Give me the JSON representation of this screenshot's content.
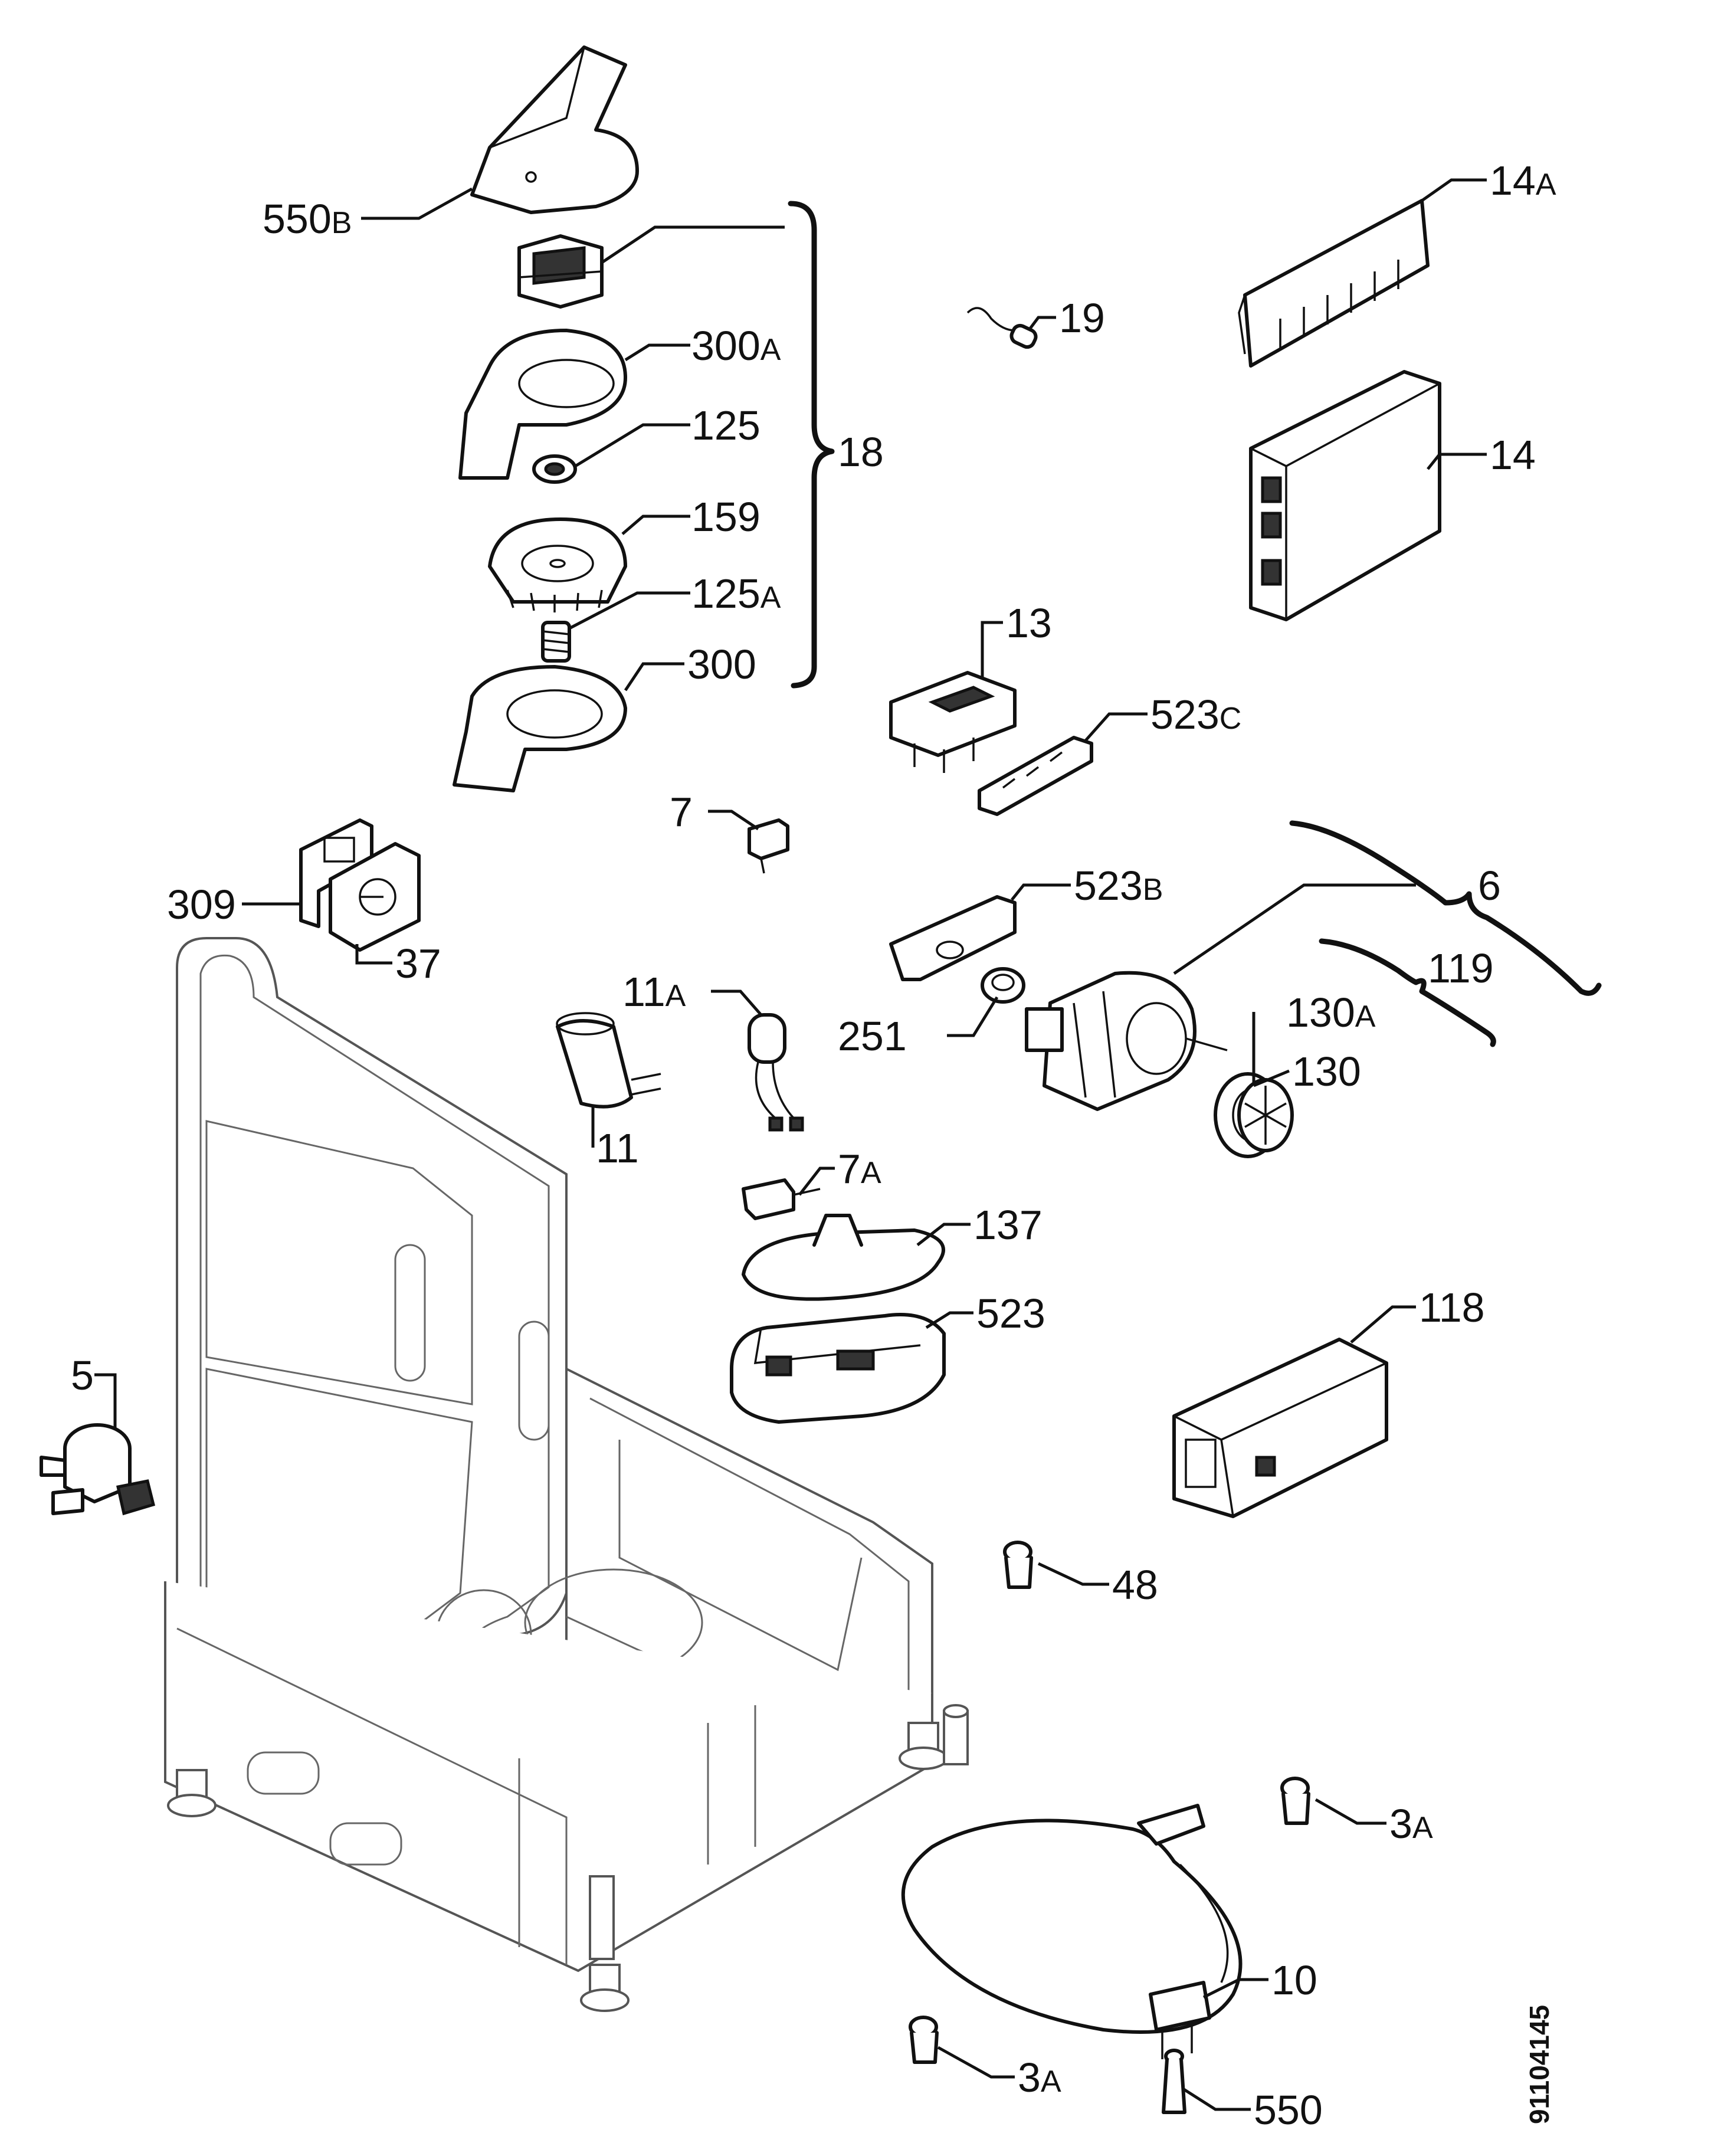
{
  "labels": {
    "l550b": {
      "num": "550",
      "suf": "B"
    },
    "l300a": {
      "num": "300",
      "suf": "A"
    },
    "l125": {
      "num": "125"
    },
    "l18": {
      "num": "18"
    },
    "l159": {
      "num": "159"
    },
    "l125a": {
      "num": "125",
      "suf": "A"
    },
    "l300": {
      "num": "300"
    },
    "l19": {
      "num": "19"
    },
    "l14a": {
      "num": "14",
      "suf": "A"
    },
    "l14": {
      "num": "14"
    },
    "l13": {
      "num": "13"
    },
    "l523c": {
      "num": "523",
      "suf": "C"
    },
    "l7": {
      "num": "7"
    },
    "l309": {
      "num": "309"
    },
    "l37": {
      "num": "37"
    },
    "l523b": {
      "num": "523",
      "suf": "B"
    },
    "l6": {
      "num": "6"
    },
    "l119": {
      "num": "119"
    },
    "l11a": {
      "num": "11",
      "suf": "A"
    },
    "l251": {
      "num": "251"
    },
    "l130a": {
      "num": "130",
      "suf": "A"
    },
    "l130": {
      "num": "130"
    },
    "l11": {
      "num": "11"
    },
    "l7a": {
      "num": "7",
      "suf": "A"
    },
    "l137": {
      "num": "137"
    },
    "l523": {
      "num": "523"
    },
    "l118": {
      "num": "118"
    },
    "l5": {
      "num": "5"
    },
    "l48": {
      "num": "48"
    },
    "l3a_right": {
      "num": "3",
      "suf": "A"
    },
    "l10": {
      "num": "10"
    },
    "l3a_bottom": {
      "num": "3",
      "suf": "A"
    },
    "l550": {
      "num": "550"
    }
  },
  "drawing_code": "91104145"
}
